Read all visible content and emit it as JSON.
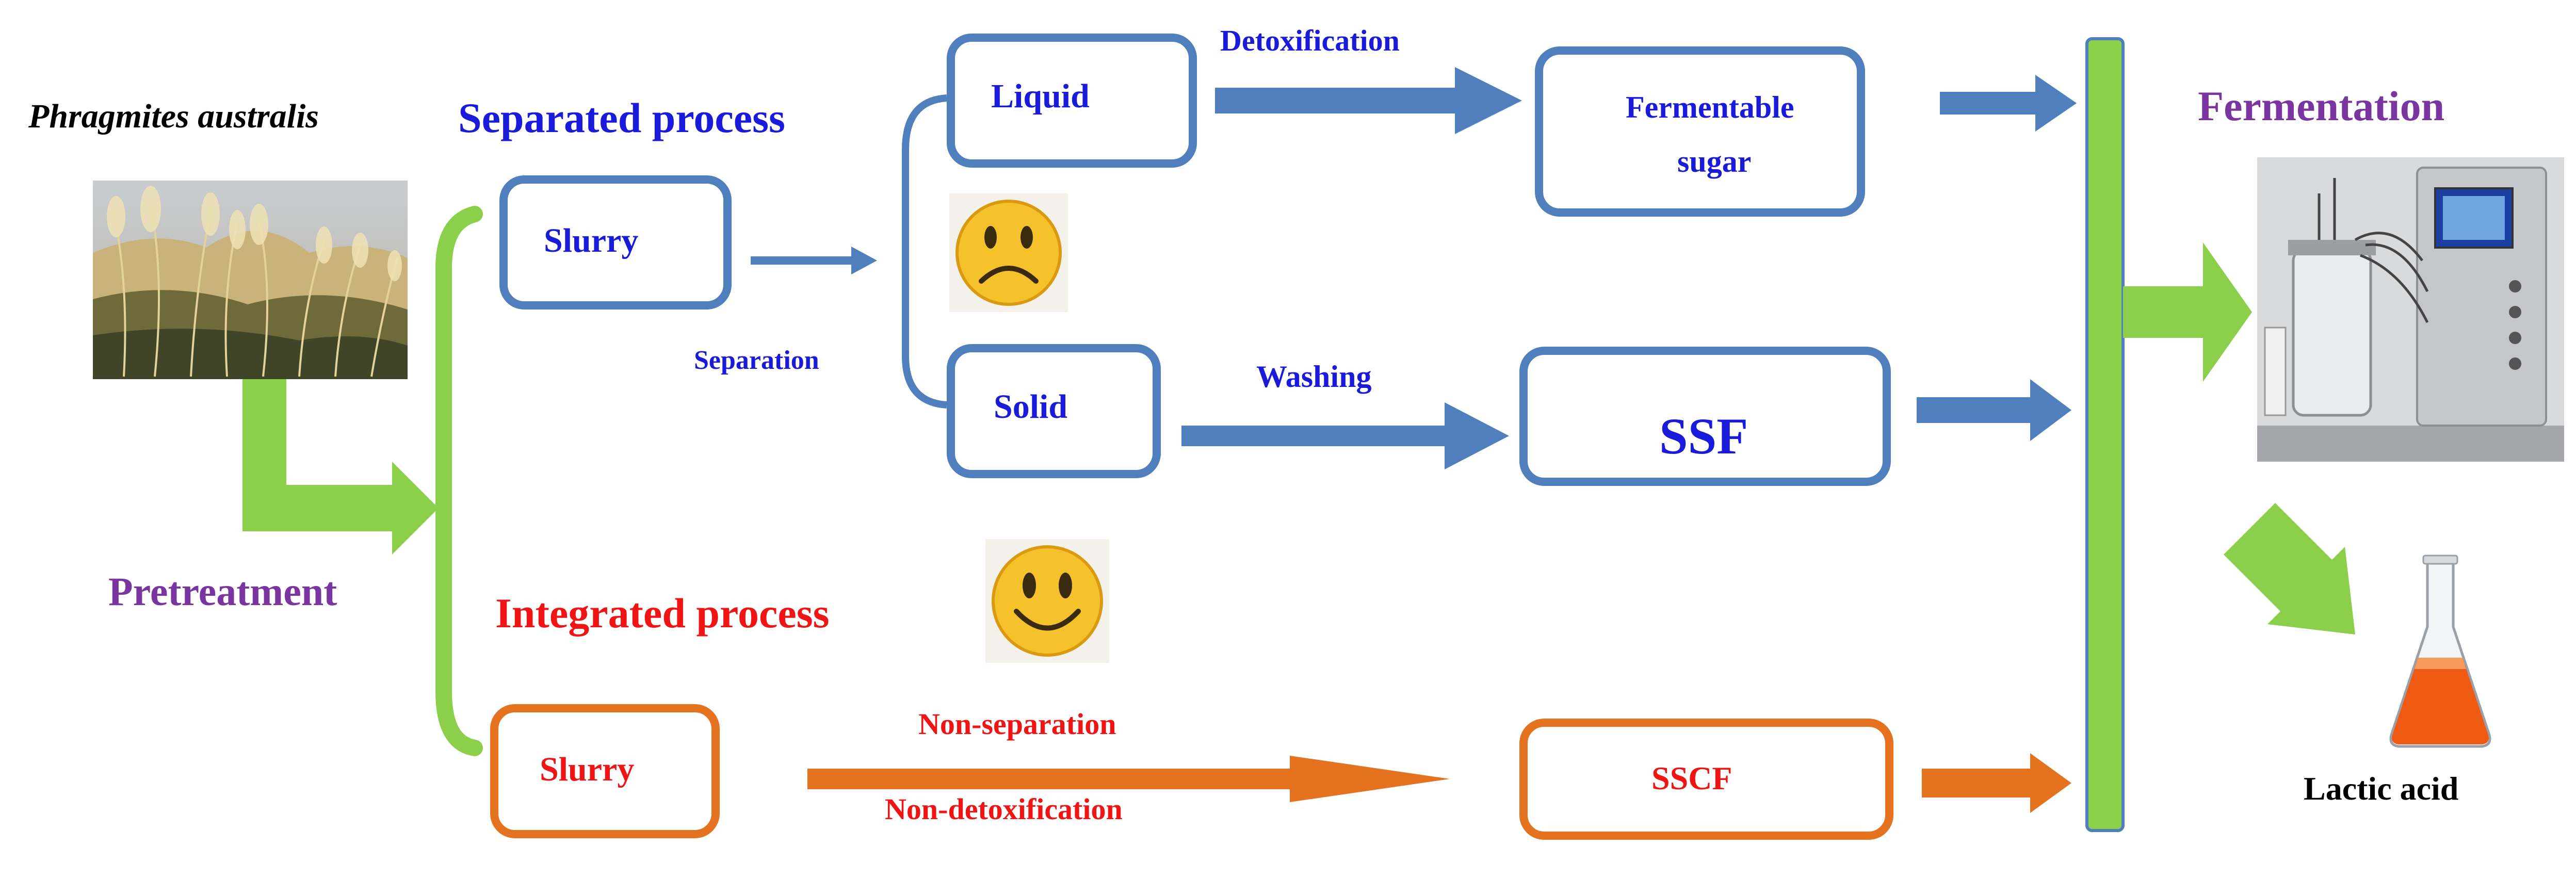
{
  "raw_material": {
    "label": "Phragmites australis"
  },
  "pretreatment": {
    "label": "Pretreatment"
  },
  "separated_process": {
    "title": "Separated process",
    "slurry": "Slurry",
    "separation": "Separation",
    "liquid": "Liquid",
    "solid": "Solid",
    "detoxification": "Detoxification",
    "washing": "Washing",
    "fermentable_sugar_line1": "Fermentable",
    "fermentable_sugar_line2": "sugar",
    "ssf": "SSF"
  },
  "integrated_process": {
    "title": "Integrated process",
    "slurry": "Slurry",
    "non_separation": "Non-separation",
    "non_detoxification": "Non-detoxification",
    "sscf": "SSCF"
  },
  "fermentation": {
    "label": "Fermentation"
  },
  "product": {
    "label": "Lactic acid"
  },
  "icons": {
    "sad": "sad-face-icon",
    "happy": "happy-face-icon"
  },
  "colors": {
    "blue_text": "#1a1adb",
    "box_blue": "#4f7fbd",
    "orange": "#e4721f",
    "red_text": "#f01414",
    "purple": "#7a35a0",
    "green": "#8ccf4a"
  }
}
